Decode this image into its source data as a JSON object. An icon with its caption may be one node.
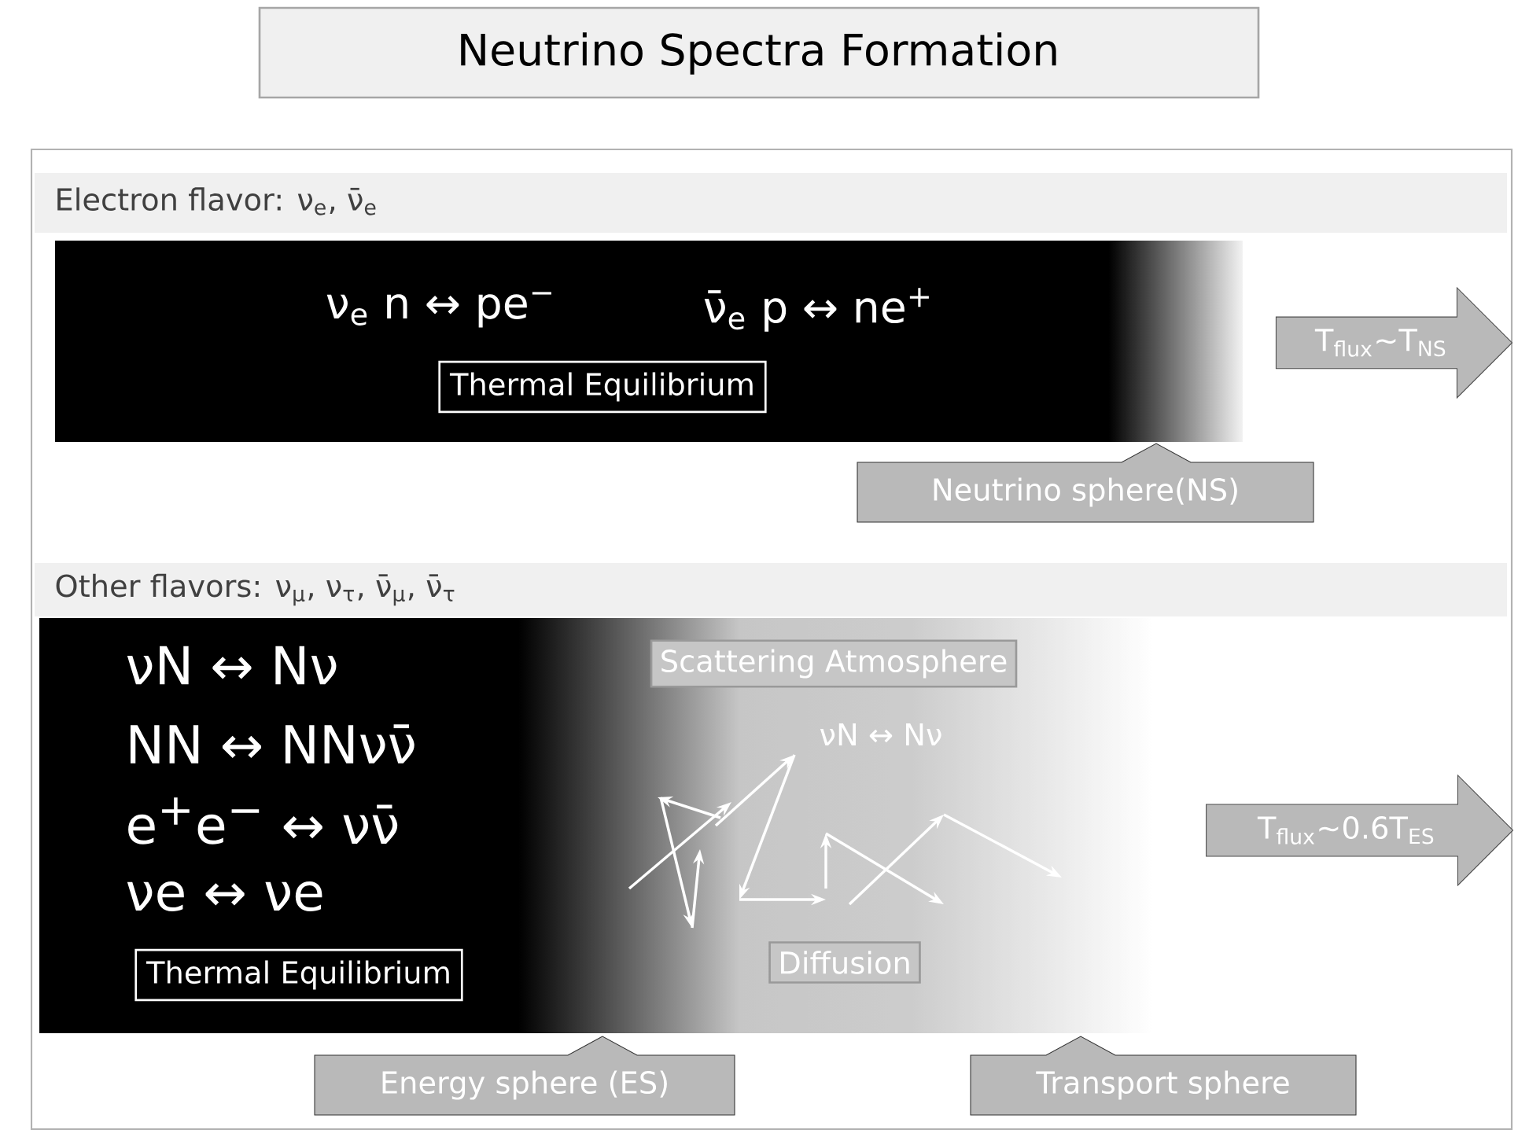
{
  "diagram": {
    "title": "Neutrino Spectra Formation",
    "nodes": [
      {
        "text": [
          "ν$_{e}$ n ↔ pe$^{−}$",
          "ν̄$_{e}$ p ↔ ne$^{+}$"
        ]
      },
      {
        "text": [
          "Thermal Equilibrium"
        ],
        "in": 0
      },
      {
        "text": [
          "T$_{flux}$~T$_{NS}$"
        ]
      },
      {
        "text": [
          "Neutrino sphere(NS)"
        ]
      },
      {
        "text": [
          "νN ↔ Nν",
          "NN ↔ NNνν̄",
          "e$^{+}$e$^{−}$ ↔ νν̄",
          "νe ↔ νe"
        ]
      },
      {
        "text": [
          "Thermal Equilibrium"
        ],
        "in": 4
      },
      {
        "text": [
          "Scattering Atmosphere"
        ],
        "in": 4
      },
      {
        "text": [
          "νN ↔ Nν"
        ],
        "in": 4
      },
      {
        "text": [
          "Diffusion"
        ],
        "in": 4
      },
      {
        "text": [
          "T$_{flux}$~0.6T$_{ES}$"
        ]
      },
      {
        "text": [
          "Energy sphere (ES)"
        ]
      },
      {
        "text": [
          "Transport sphere"
        ]
      }
    ],
    "labels": [
      "Electron flavor: ν$_{e}$, ν̄$_{e}$",
      "Other flavors: ν$_{μ}$, ν$_{τ}$, ν̄$_{μ}$, ν̄$_{τ}$"
    ]
  }
}
